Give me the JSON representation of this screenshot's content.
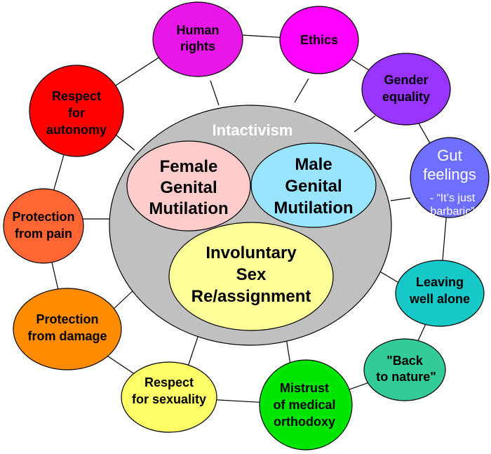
{
  "center": {
    "title": "Intactivism",
    "female": [
      "Female",
      "Genital",
      "Mutilation"
    ],
    "male": [
      "Male",
      "Genital",
      "Mutilation"
    ],
    "sex": [
      "Involuntary",
      "Sex",
      "Re/assignment"
    ]
  },
  "nodes": {
    "human_rights": [
      "Human",
      "rights"
    ],
    "ethics": [
      "Ethics"
    ],
    "gender_equality": [
      "Gender",
      "equality"
    ],
    "gut_feelings": [
      "Gut",
      "feelings"
    ],
    "gut_feelings_quote": [
      "- “It’s just",
      "barbaric”"
    ],
    "leaving_well_alone": [
      "Leaving",
      "well alone"
    ],
    "back_to_nature": [
      "\"Back",
      "to nature\""
    ],
    "mistrust": [
      "Mistrust",
      "of medical",
      "orthodoxy"
    ],
    "respect_sexuality": [
      "Respect",
      "for sexuality"
    ],
    "protection_damage": [
      "Protection",
      "from damage"
    ],
    "protection_pain": [
      "Protection",
      "from pain"
    ],
    "respect_autonomy": [
      "Respect",
      "for",
      "autonomy"
    ]
  },
  "colors": {
    "center_gray": "#c0c0c0",
    "female_pink": "#ffcccc",
    "male_blue": "#99e5ff",
    "sex_yellow": "#ffff99",
    "human_rights": "#e817e8",
    "ethics": "#ff00ff",
    "gender_equality": "#9933ff",
    "gut_feelings": "#6e6eff",
    "leaving_well_alone": "#16c8c8",
    "back_to_nature": "#33cc99",
    "mistrust": "#00e600",
    "respect_sexuality": "#ffff66",
    "protection_damage": "#ff8c00",
    "protection_pain": "#ff6633",
    "respect_autonomy": "#ff0000"
  }
}
